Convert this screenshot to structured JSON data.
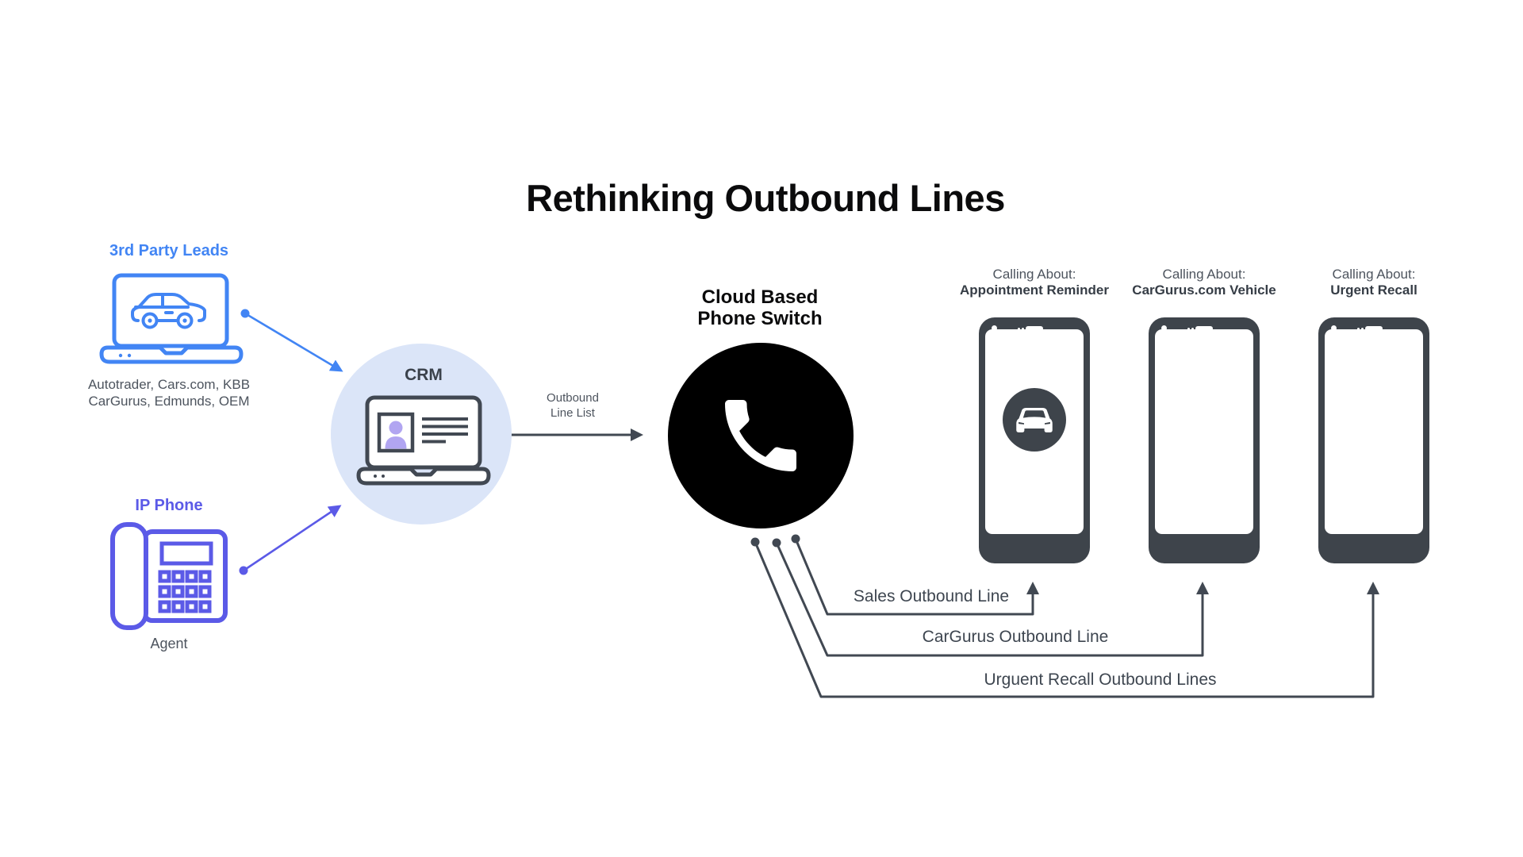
{
  "title": "Rethinking Outbound Lines",
  "colors": {
    "accent_blue": "#4285F4",
    "accent_indigo": "#5B5AE7",
    "dark_slate": "#414852",
    "caption_gray": "#4D545E",
    "crm_circle_fill": "#DBE5F8",
    "avatar_purple": "#B1A5F1",
    "phone_frame": "#3E444B",
    "switch_black": "#000000"
  },
  "sources": {
    "third_party": {
      "label": "3rd Party Leads",
      "caption_line1": "Autotrader, Cars.com, KBB",
      "caption_line2": "CarGurus, Edmunds, OEM"
    },
    "ip_phone": {
      "label": "IP Phone",
      "caption": "Agent"
    }
  },
  "crm": {
    "label": "CRM"
  },
  "crm_to_switch": {
    "line1": "Outbound",
    "line2": "Line List"
  },
  "switch": {
    "line1": "Cloud Based",
    "line2": "Phone Switch"
  },
  "phones": [
    {
      "calling_about": "Calling About:",
      "subject": "Appointment Reminder"
    },
    {
      "calling_about": "Calling About:",
      "subject": "CarGurus.com Vehicle"
    },
    {
      "calling_about": "Calling About:",
      "subject": "Urgent Recall"
    }
  ],
  "outbound_lines": [
    {
      "label": "Sales Outbound Line"
    },
    {
      "label": "CarGurus Outbound Line"
    },
    {
      "label": "Urguent Recall Outbound Lines"
    }
  ],
  "icons": {
    "third_party": "laptop-car-icon",
    "ip_phone": "desk-phone-icon",
    "crm": "crm-laptop-icon",
    "switch": "phone-handset-icon",
    "phone_badge": "car-front-icon"
  }
}
